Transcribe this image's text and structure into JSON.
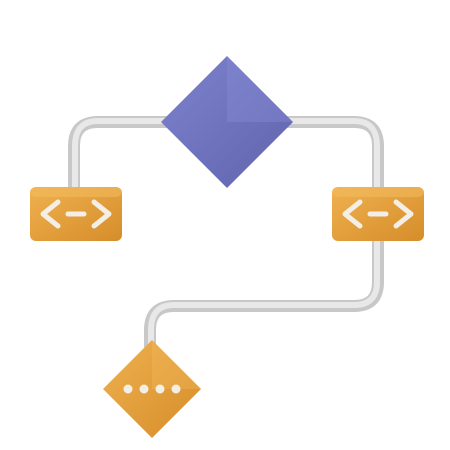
{
  "diagram": {
    "kind": "flowchart-icon",
    "background_color": "#ffffff",
    "connector_color": "#d8d8d8",
    "nodes": [
      {
        "id": "decision-top",
        "shape": "diamond",
        "color": "#7276bf",
        "icon": "none"
      },
      {
        "id": "code-block-left",
        "shape": "rounded-rectangle",
        "color": "#e4a13e",
        "icon": "code-brackets-icon"
      },
      {
        "id": "code-block-right",
        "shape": "rounded-rectangle",
        "color": "#e4a13e",
        "icon": "code-brackets-icon"
      },
      {
        "id": "terminal-bottom",
        "shape": "diamond",
        "color": "#e4a13e",
        "icon": "ellipsis-dots-icon"
      }
    ],
    "connections": [
      {
        "from": "decision-top",
        "to": "code-block-left"
      },
      {
        "from": "decision-top",
        "to": "code-block-right"
      },
      {
        "from": "code-block-right",
        "to": "terminal-bottom"
      }
    ]
  }
}
